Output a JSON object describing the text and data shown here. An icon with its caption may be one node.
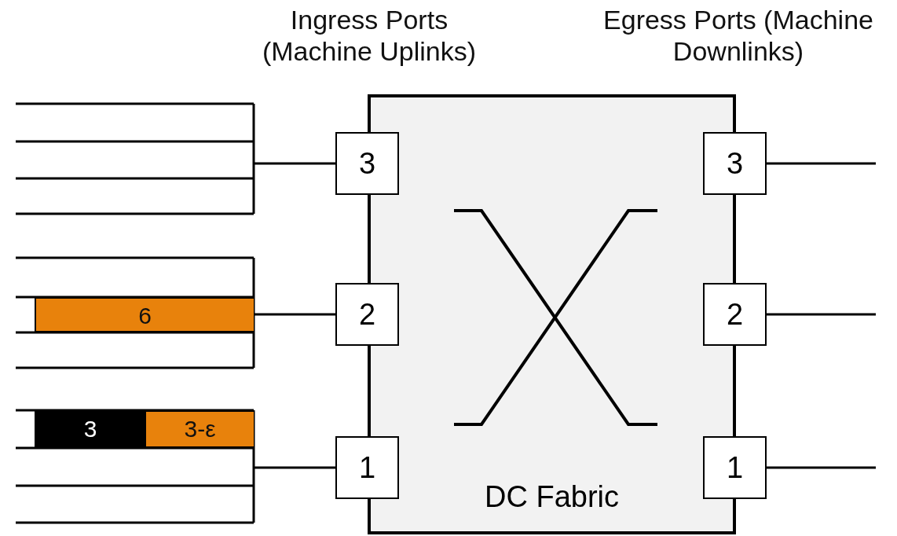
{
  "diagram": {
    "nodes": [
      {
        "text": [
          "DC Fabric"
        ]
      },
      {
        "text": [
          "3"
        ]
      },
      {
        "text": [
          "2"
        ]
      },
      {
        "text": [
          "1"
        ]
      },
      {
        "text": [
          "3"
        ]
      },
      {
        "text": [
          "2"
        ]
      },
      {
        "text": [
          "1"
        ]
      },
      {
        "text": [],
        "shape": "box"
      },
      {
        "text": [],
        "shape": "box"
      },
      {
        "text": [
          "6"
        ],
        "in": 8
      },
      {
        "text": [],
        "shape": "box"
      },
      {
        "text": [
          "3"
        ],
        "in": 10
      },
      {
        "text": [
          "3-ε"
        ],
        "in": 10
      }
    ],
    "edges": [
      {
        "from": 7,
        "to": 1,
        "arrow": "none"
      },
      {
        "from": 8,
        "to": 2,
        "arrow": "none"
      },
      {
        "from": 10,
        "to": 3,
        "arrow": "none"
      },
      {
        "from": 4,
        "to": null,
        "arrow": "none"
      },
      {
        "from": 5,
        "to": null,
        "arrow": "none"
      },
      {
        "from": 6,
        "to": null,
        "arrow": "none"
      }
    ],
    "labels": [
      "Ingress Ports (Machine Uplinks)",
      "Egress Ports (Machine Downlinks)"
    ]
  }
}
